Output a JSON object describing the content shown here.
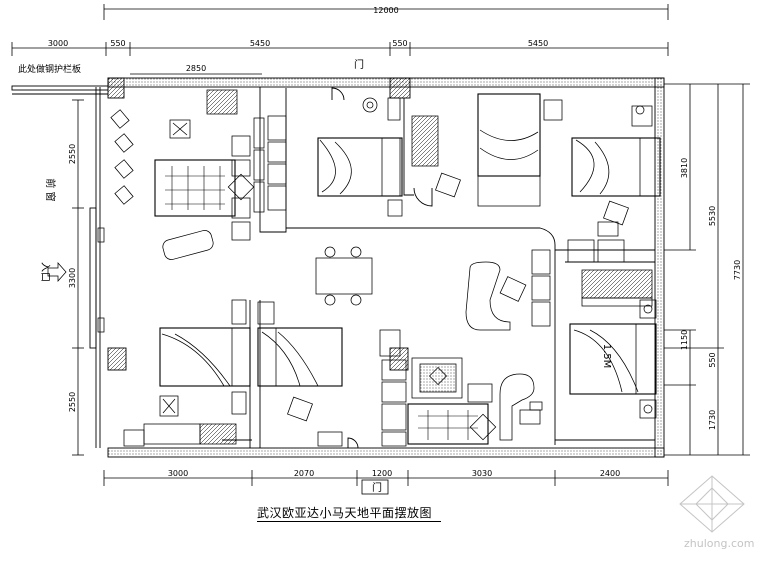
{
  "drawing": {
    "title": "武汉欧亚达小马天地平面摆放图",
    "watermark": "zhulong.com",
    "overall_width": "12000",
    "top_dims": [
      "3000",
      "550",
      "5450",
      "550",
      "5450"
    ],
    "inner_dim": "2850",
    "bottom_dims": [
      "3000",
      "2070",
      "1200",
      "3030",
      "2400"
    ],
    "right_dims": [
      "3810",
      "5530",
      "7730",
      "1150",
      "550",
      "1730"
    ],
    "left_dims": [
      "2550",
      "3300",
      "2550"
    ],
    "top_left_note": "此处做钢护栏板",
    "top_door_label": "门",
    "bottom_door_label": "门",
    "left_vertical_label": "前 窗",
    "entry_label": "入口",
    "bed_label": "1.5M"
  },
  "colors": {
    "line": "#000000",
    "watermark": "#c4c4c4"
  }
}
